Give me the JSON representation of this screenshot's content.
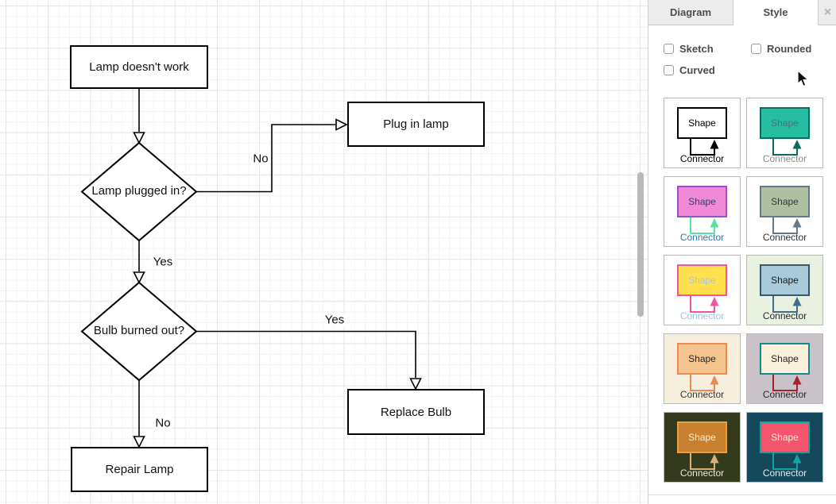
{
  "canvas": {
    "nodes": {
      "lamp_doesnt_work": "Lamp doesn't work",
      "plug_in_lamp": "Plug in lamp",
      "lamp_plugged_in": "Lamp plugged in?",
      "bulb_burned_out": "Bulb burned out?",
      "replace_bulb": "Replace Bulb",
      "repair_lamp": "Repair Lamp"
    },
    "edge_labels": {
      "no1": "No",
      "yes1": "Yes",
      "yes2": "Yes",
      "no2": "No"
    },
    "stroke_color": "#000000",
    "grid_minor_color": "#f3f3f8",
    "grid_major_color": "#e4e4ec"
  },
  "panel": {
    "tabs": [
      {
        "label": "Diagram",
        "active": false
      },
      {
        "label": "Style",
        "active": true
      }
    ],
    "close_label": "×",
    "checkboxes": [
      {
        "label": "Sketch",
        "checked": false
      },
      {
        "label": "Rounded",
        "checked": false
      },
      {
        "label": "Curved",
        "checked": false
      }
    ],
    "presets": [
      {
        "shape_label": "Shape",
        "connector_label": "Connector",
        "card_bg": "#ffffff",
        "shape_fill": "#ffffff",
        "shape_stroke": "#000000",
        "shape_text": "#000000",
        "connector_color": "#000000",
        "connector_text_color": "#000000"
      },
      {
        "shape_label": "Shape",
        "connector_label": "Connector",
        "card_bg": "#ffffff",
        "shape_fill": "#27bda0",
        "shape_stroke": "#0c6b5d",
        "shape_text": "#50707d",
        "connector_color": "#0c6b5d",
        "connector_text_color": "#8c8c8c"
      },
      {
        "shape_label": "Shape",
        "connector_label": "Connector",
        "card_bg": "#ffffff",
        "shape_fill": "#f08ad8",
        "shape_stroke": "#9a50c8",
        "shape_text": "#323f6b",
        "connector_color": "#5de0a1",
        "connector_text_color": "#3673b5"
      },
      {
        "shape_label": "Shape",
        "connector_label": "Connector",
        "card_bg": "#ffffff",
        "shape_fill": "#aebfa2",
        "shape_stroke": "#64798a",
        "shape_text": "#2e3b42",
        "connector_color": "#64798a",
        "connector_text_color": "#333333"
      },
      {
        "shape_label": "Shape",
        "connector_label": "Connector",
        "card_bg": "#ffffff",
        "shape_fill": "#ffe14f",
        "shape_stroke": "#f2559f",
        "shape_text": "#a5c6ea",
        "connector_color": "#f2559f",
        "connector_text_color": "#9dc3e8"
      },
      {
        "shape_label": "Shape",
        "connector_label": "Connector",
        "card_bg": "#e9f2e1",
        "shape_fill": "#a9cada",
        "shape_stroke": "#395766",
        "shape_text": "#1a1a1a",
        "connector_color": "#3f6e8d",
        "connector_text_color": "#262626"
      },
      {
        "shape_label": "Shape",
        "connector_label": "Connector",
        "card_bg": "#f6efdd",
        "shape_fill": "#f4c48e",
        "shape_stroke": "#eb8b50",
        "shape_text": "#262626",
        "connector_color": "#eb8b50",
        "connector_text_color": "#333333"
      },
      {
        "shape_label": "Shape",
        "connector_label": "Connector",
        "card_bg": "#c9c3c9",
        "shape_fill": "#fbf0dc",
        "shape_stroke": "#11898d",
        "shape_text": "#262626",
        "connector_color": "#a9202a",
        "connector_text_color": "#262626"
      },
      {
        "shape_label": "Shape",
        "connector_label": "Connector",
        "card_bg": "#333a1d",
        "shape_fill": "#c8822f",
        "shape_stroke": "#e3a23d",
        "shape_text": "#f5eedb",
        "connector_color": "#dcb078",
        "connector_text_color": "#efe8d6"
      },
      {
        "shape_label": "Shape",
        "connector_label": "Connector",
        "card_bg": "#16485c",
        "shape_fill": "#f3566c",
        "shape_stroke": "#10a5a5",
        "shape_text": "#fbeedb",
        "connector_color": "#10a5a5",
        "connector_text_color": "#e6eff1"
      }
    ]
  }
}
